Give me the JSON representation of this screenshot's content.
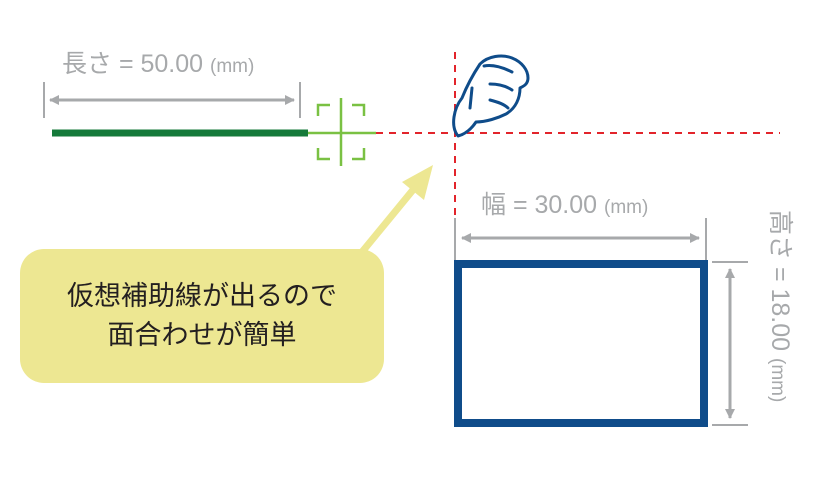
{
  "length_dimension": {
    "label": "長さ = 50.00",
    "unit": "(mm)"
  },
  "width_dimension": {
    "label": "幅 = 30.00",
    "unit": "(mm)"
  },
  "height_dimension": {
    "label": "高さ = 18.00",
    "unit": "(mm)"
  },
  "callout": {
    "line1": "仮想補助線が出るので",
    "line2": "面合わせが簡単"
  },
  "icons": [
    "pointing-hand-icon",
    "crosshair-icon"
  ],
  "colors": {
    "line_green": "#157a3a",
    "crosshair_green": "#7ac143",
    "guide_red": "#e2242b",
    "rect_blue": "#0f4c8a",
    "dim_gray": "#a7a9ab",
    "callout_yellow": "#ede792",
    "hand_blue": "#0f4c8a"
  }
}
